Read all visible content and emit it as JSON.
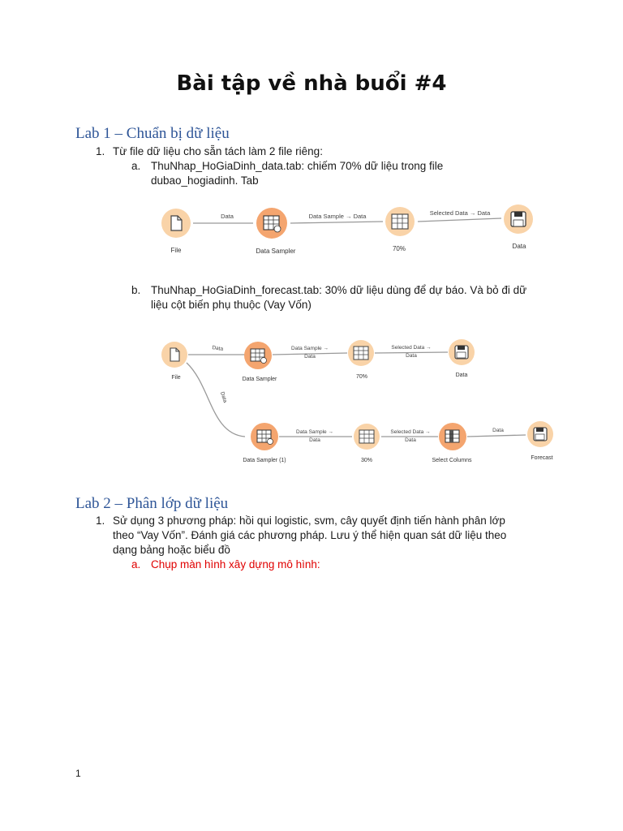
{
  "title": "Bài tập về nhà buổi #4",
  "lab1": {
    "heading": "Lab 1 – Chuẩn bị dữ liệu",
    "item1_num": "1.",
    "item1": "Từ file dữ liệu cho sẵn tách làm 2 file riêng:",
    "a_marker": "a.",
    "a_line1": "ThuNhap_HoGiaDinh_data.tab: chiếm 70% dữ liệu trong file",
    "a_line2": "dubao_hogiadinh. Tab",
    "b_marker": "b.",
    "b_line1": "ThuNhap_HoGiaDinh_forecast.tab: 30% dữ liệu dùng để dự báo. Và bỏ đi dữ",
    "b_line2": "liệu cột biến phụ thuộc (Vay Vốn)",
    "workflow1": {
      "nodes": {
        "file": "File",
        "sampler": "Data Sampler",
        "pct": "70%",
        "save": "Data"
      },
      "links": {
        "l1": "Data",
        "l2": "Data Sample → Data",
        "l3": "Selected Data → Data"
      }
    },
    "workflow2": {
      "nodes": {
        "file": "File",
        "sampler": "Data Sampler",
        "pct70": "70%",
        "save": "Data",
        "sampler1": "Data Sampler (1)",
        "pct30": "30%",
        "select": "Select Columns",
        "forecast": "Forecast"
      },
      "links": {
        "l1": "Data",
        "l2a": "Data Sample →",
        "l2b": "Data",
        "l3a": "Selected Data →",
        "l3b": "Data",
        "l4": "Data",
        "l5a": "Data Sample →",
        "l5b": "Data",
        "l6a": "Selected Data →",
        "l6b": "Data",
        "l7": "Data"
      }
    }
  },
  "lab2": {
    "heading": "Lab 2 – Phân lớp dữ liệu",
    "item1_num": "1.",
    "line1": "Sử dụng 3 phương pháp: hồi qui logistic, svm, cây quyết định tiến hành phân lớp",
    "line2": "theo “Vay Vốn”. Đánh giá các phương pháp. Lưu ý thể hiện quan sát dữ liệu theo",
    "line3": "dạng bảng hoặc biểu đồ",
    "a_marker": "a.",
    "a_text": "Chụp màn hình xây dựng mô hình:",
    "a_color": "#e00000"
  },
  "page_number": "1"
}
